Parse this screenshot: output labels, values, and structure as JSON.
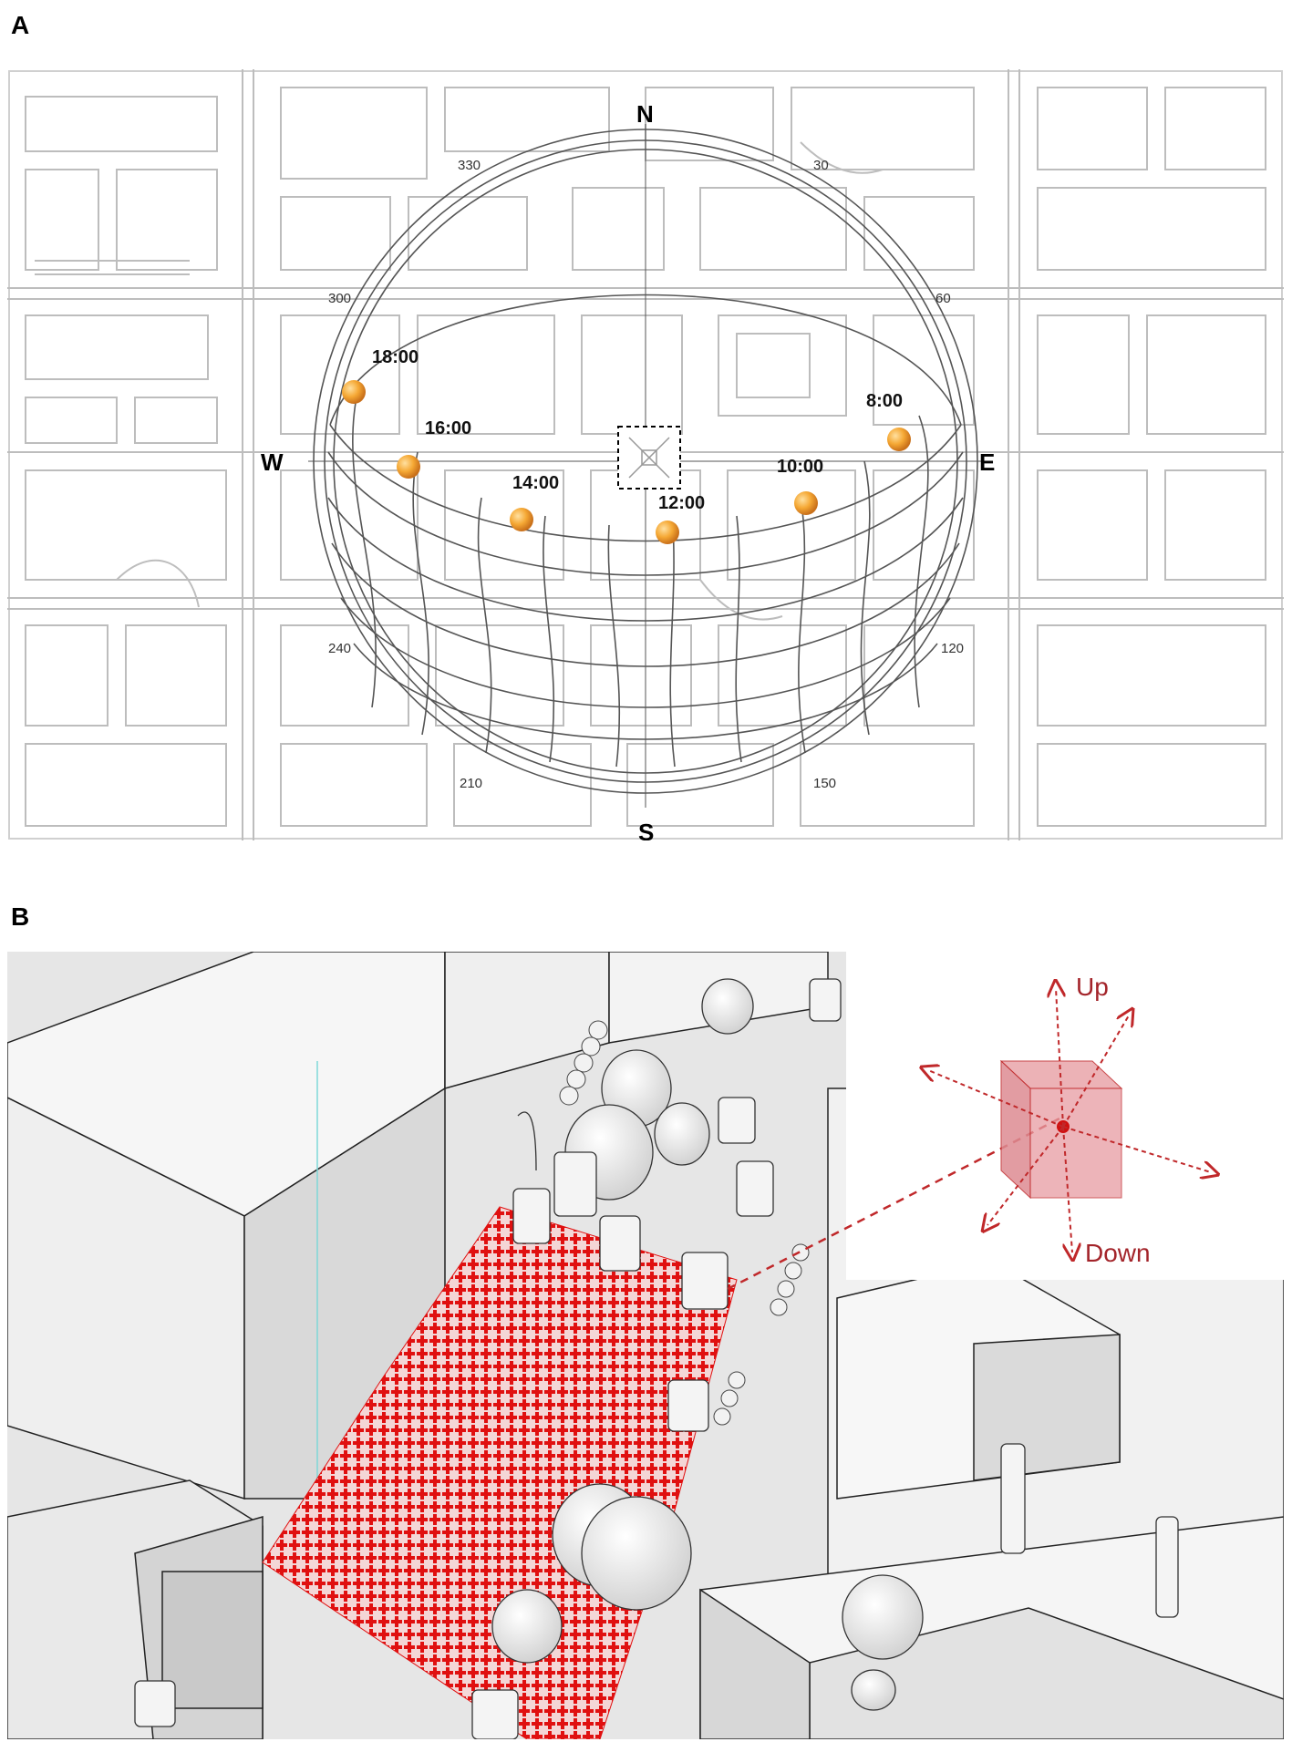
{
  "panel_a": {
    "label": "A",
    "compass": {
      "north": "N",
      "south": "S",
      "east": "E",
      "west": "W"
    },
    "azimuth_labels": [
      "330",
      "30",
      "300",
      "60",
      "240",
      "120",
      "210",
      "150"
    ],
    "sun_times": [
      "18:00",
      "16:00",
      "14:00",
      "12:00",
      "10:00",
      "8:00"
    ],
    "colors": {
      "sun": "#f0a030",
      "map_lines": "#b8b8b8",
      "sunpath": "#555555"
    }
  },
  "panel_b": {
    "label": "B",
    "inset": {
      "up_label": "Up",
      "down_label": "Down"
    },
    "colors": {
      "grid": "#e01010",
      "arrow": "#c0282a",
      "cube": "#e07a80",
      "buildings": "#eeeeee"
    }
  }
}
